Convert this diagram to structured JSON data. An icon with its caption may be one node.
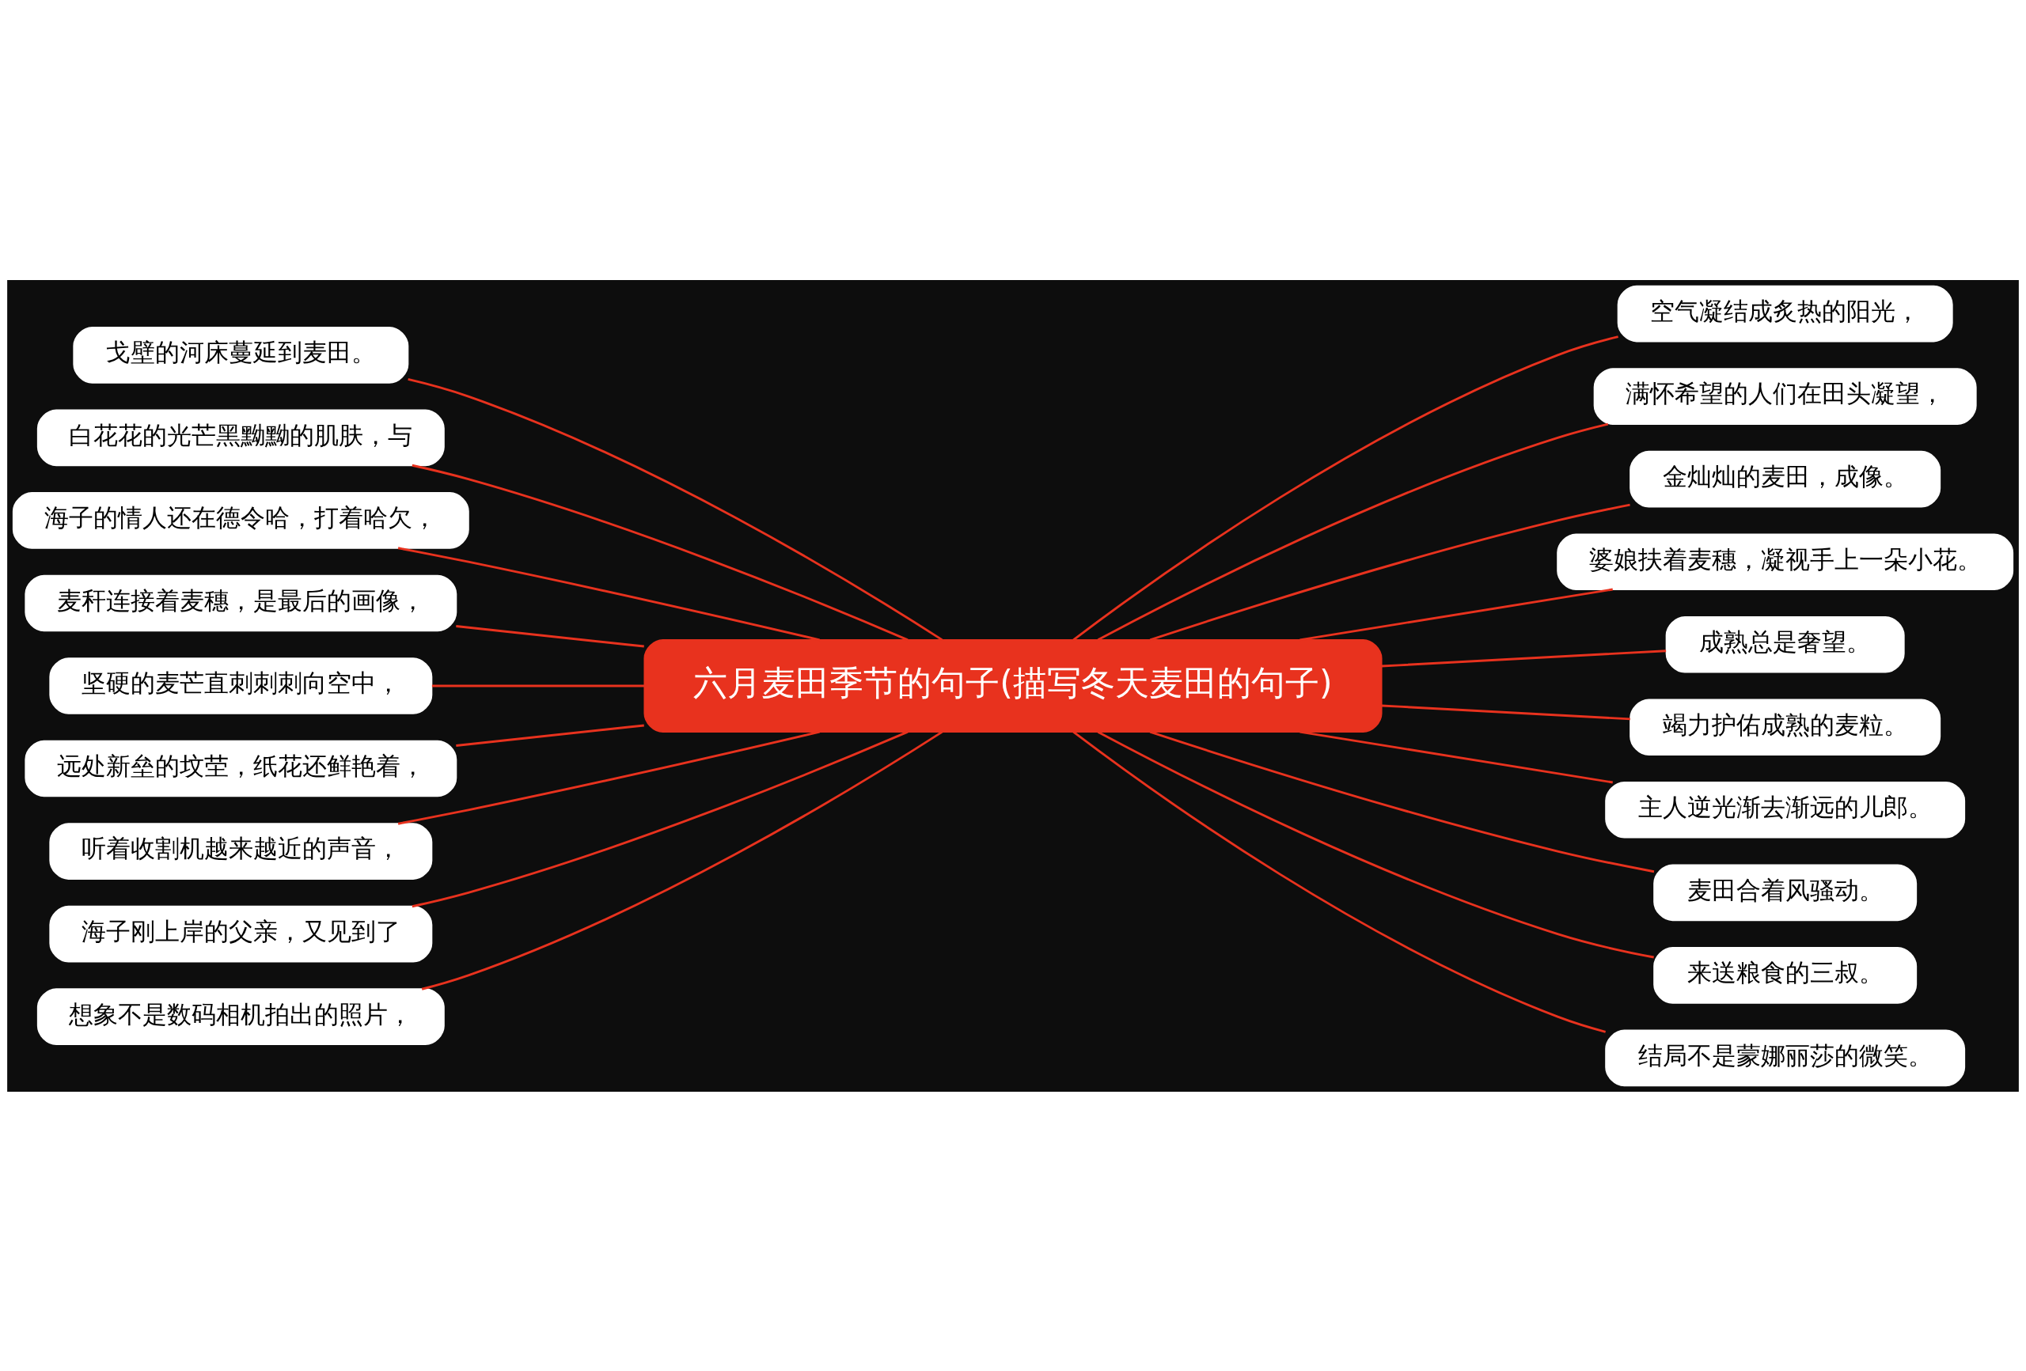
{
  "diagram": {
    "nodes": [
      {
        "text": [
          "六月麦田季节的句子(描写冬天麦田的句子)"
        ]
      },
      {
        "text": [
          "戈壁的河床蔓延到麦田。"
        ]
      },
      {
        "text": [
          "白花花的光芒黑黝黝的肌肤，与"
        ]
      },
      {
        "text": [
          "海子的情人还在德令哈，打着哈欠，"
        ]
      },
      {
        "text": [
          "麦秆连接着麦穗，是最后的画像，"
        ]
      },
      {
        "text": [
          "坚硬的麦芒直刺刺刺向空中，"
        ]
      },
      {
        "text": [
          "远处新垒的坟茔，纸花还鲜艳着，"
        ]
      },
      {
        "text": [
          "听着收割机越来越近的声音，"
        ]
      },
      {
        "text": [
          "海子刚上岸的父亲，又见到了"
        ]
      },
      {
        "text": [
          "想象不是数码相机拍出的照片，"
        ]
      },
      {
        "text": [
          "空气凝结成炙热的阳光，"
        ]
      },
      {
        "text": [
          "满怀希望的人们在田头凝望，"
        ]
      },
      {
        "text": [
          "金灿灿的麦田，成像。"
        ]
      },
      {
        "text": [
          "婆娘扶着麦穗，凝视手上一朵小花。"
        ]
      },
      {
        "text": [
          "成熟总是奢望。"
        ]
      },
      {
        "text": [
          "竭力护佑成熟的麦粒。"
        ]
      },
      {
        "text": [
          "主人逆光渐去渐远的儿郎。"
        ]
      },
      {
        "text": [
          "麦田合着风骚动。"
        ]
      },
      {
        "text": [
          "来送粮食的三叔。"
        ]
      },
      {
        "text": [
          "结局不是蒙娜丽莎的微笑。"
        ]
      }
    ],
    "edges": [
      {
        "from": 0,
        "to": 1,
        "arrow": "none"
      },
      {
        "from": 0,
        "to": 2,
        "arrow": "none"
      },
      {
        "from": 0,
        "to": 3,
        "arrow": "none"
      },
      {
        "from": 0,
        "to": 4,
        "arrow": "none"
      },
      {
        "from": 0,
        "to": 5,
        "arrow": "none"
      },
      {
        "from": 0,
        "to": 6,
        "arrow": "none"
      },
      {
        "from": 0,
        "to": 7,
        "arrow": "none"
      },
      {
        "from": 0,
        "to": 8,
        "arrow": "none"
      },
      {
        "from": 0,
        "to": 9,
        "arrow": "none"
      },
      {
        "from": 0,
        "to": 10,
        "arrow": "none"
      },
      {
        "from": 0,
        "to": 11,
        "arrow": "none"
      },
      {
        "from": 0,
        "to": 12,
        "arrow": "none"
      },
      {
        "from": 0,
        "to": 13,
        "arrow": "none"
      },
      {
        "from": 0,
        "to": 14,
        "arrow": "none"
      },
      {
        "from": 0,
        "to": 15,
        "arrow": "none"
      },
      {
        "from": 0,
        "to": 16,
        "arrow": "none"
      },
      {
        "from": 0,
        "to": 17,
        "arrow": "none"
      },
      {
        "from": 0,
        "to": 18,
        "arrow": "none"
      },
      {
        "from": 0,
        "to": 19,
        "arrow": "none"
      }
    ]
  }
}
